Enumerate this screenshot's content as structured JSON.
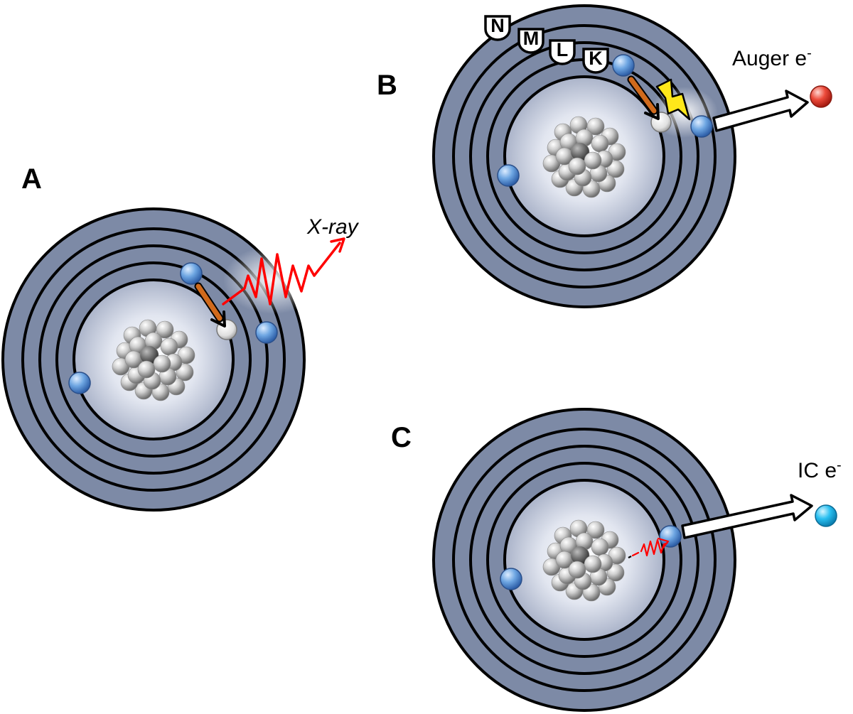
{
  "panels": {
    "A": {
      "label": "A",
      "emission_label": "X-ray"
    },
    "B": {
      "label": "B",
      "emission_label": "Auger e",
      "emission_superscript": "-",
      "shell_labels": [
        "N",
        "M",
        "L",
        "K"
      ]
    },
    "C": {
      "label": "C",
      "emission_label": "IC e",
      "emission_superscript": "-"
    }
  },
  "colors": {
    "shell_fill": "#7d8aa6",
    "shell_stroke": "#000000",
    "electron": "#5d95d6",
    "vacancy": "#e6e6e6",
    "transition_arrow": "#d06a1c",
    "xray_wave": "#ff0000",
    "auger_electron": "#e8352a",
    "ic_electron": "#22b6ea",
    "lightning": "#ffe81a"
  }
}
